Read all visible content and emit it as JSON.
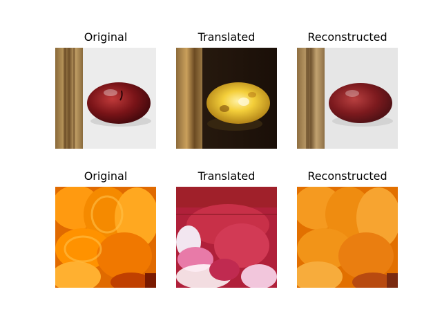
{
  "figure": {
    "rows": [
      {
        "panels": [
          {
            "title": "Original",
            "subject": "red apple next to wooden post on white background"
          },
          {
            "title": "Translated",
            "subject": "yellow orange-like fruit next to wooden post on dark background"
          },
          {
            "title": "Reconstructed",
            "subject": "blurry red apple next to wooden post on white background"
          }
        ]
      },
      {
        "panels": [
          {
            "title": "Original",
            "subject": "stacked orange slices"
          },
          {
            "title": "Translated",
            "subject": "stacked red and pink apple-like slices"
          },
          {
            "title": "Reconstructed",
            "subject": "blurry stacked orange slices"
          }
        ]
      }
    ]
  }
}
